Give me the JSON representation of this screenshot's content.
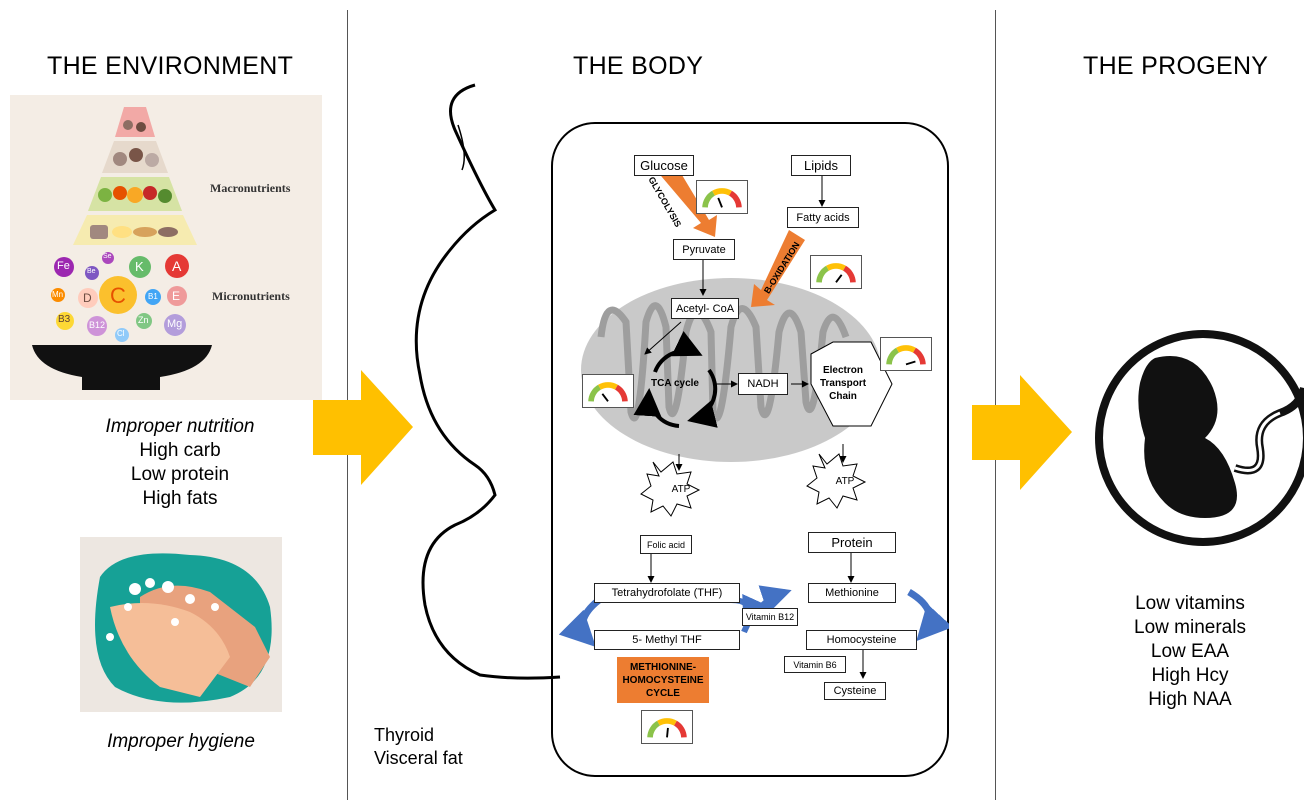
{
  "sections": {
    "environment": "THE ENVIRONMENT",
    "body": "THE BODY",
    "progeny": "THE PROGENY"
  },
  "environment": {
    "macronutrients_label": "Macronutrients",
    "micronutrients_label": "Micronutrients",
    "nutrients": [
      "Fe",
      "Be",
      "Se",
      "K",
      "A",
      "Mn",
      "D",
      "C",
      "B1",
      "E",
      "B3",
      "B12",
      "Cl",
      "Zn",
      "Mg"
    ],
    "nutrition_title": "Improper nutrition",
    "nutrition_lines": [
      "High carb",
      "Low protein",
      "High fats"
    ],
    "hygiene_caption": "Improper hygiene"
  },
  "body": {
    "side_notes": [
      "Thyroid",
      "Visceral fat"
    ],
    "glucose": "Glucose",
    "glycolysis": "GLYCOLYSIS",
    "pyruvate": "Pyruvate",
    "lipids": "Lipids",
    "fatty_acids": "Fatty acids",
    "beta_oxidation": "B-OXIDATION",
    "acetyl_coa": "Acetyl- CoA",
    "tca_cycle": "TCA cycle",
    "nadh": "NADH",
    "etc_line1": "Electron",
    "etc_line2": "Transport",
    "etc_line3": "Chain",
    "atp_1": "ATP",
    "atp_2": "ATP",
    "folic_acid": "Folic acid",
    "thf": "Tetrahydrofolate (THF)",
    "methyl_thf": "5- Methyl THF",
    "vitamin_b12": "Vitamin B12",
    "protein": "Protein",
    "methionine": "Methionine",
    "homocysteine": "Homocysteine",
    "vitamin_b6": "Vitamin B6",
    "cysteine": "Cysteine",
    "cycle_line1": "METHIONINE-",
    "cycle_line2": "HOMOCYSTEINE",
    "cycle_line3": "CYCLE"
  },
  "progeny": {
    "outcomes": [
      "Low vitamins",
      "Low minerals",
      "Low EAA",
      "High Hcy",
      "High NAA"
    ]
  },
  "colors": {
    "arrow_yellow": "#FFC000",
    "process_orange": "#ED7D31",
    "cycle_blue": "#4472C4",
    "mito_grey": "#BFBFBF"
  }
}
